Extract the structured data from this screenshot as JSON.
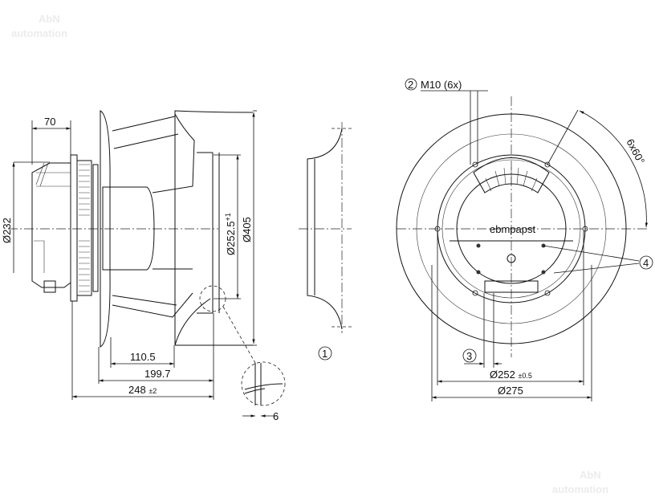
{
  "watermark": {
    "line1": "AbN",
    "line2": "automation"
  },
  "side_view": {
    "dim_motor_length": "70",
    "dim_motor_diameter": "Ø232",
    "dim_inlet_diameter": "Ø252.5",
    "dim_inlet_tolerance": "+1",
    "dim_impeller_diameter": "Ø405",
    "dim_110": "110.5",
    "dim_199": "199.7",
    "dim_248": "248",
    "dim_248_tolerance": "±2",
    "dim_detail": "6"
  },
  "inlet_ring": {
    "callout": "1"
  },
  "front_view": {
    "callout_2": "2",
    "thread_label": "M10 (6x)",
    "angle_label": "6x60°",
    "brand": "ebmpapst",
    "callout_3": "3",
    "callout_4": "4",
    "dim_bolt_circle": "Ø252",
    "dim_bolt_circle_tolerance": "±0.5",
    "dim_flange": "Ø275"
  }
}
